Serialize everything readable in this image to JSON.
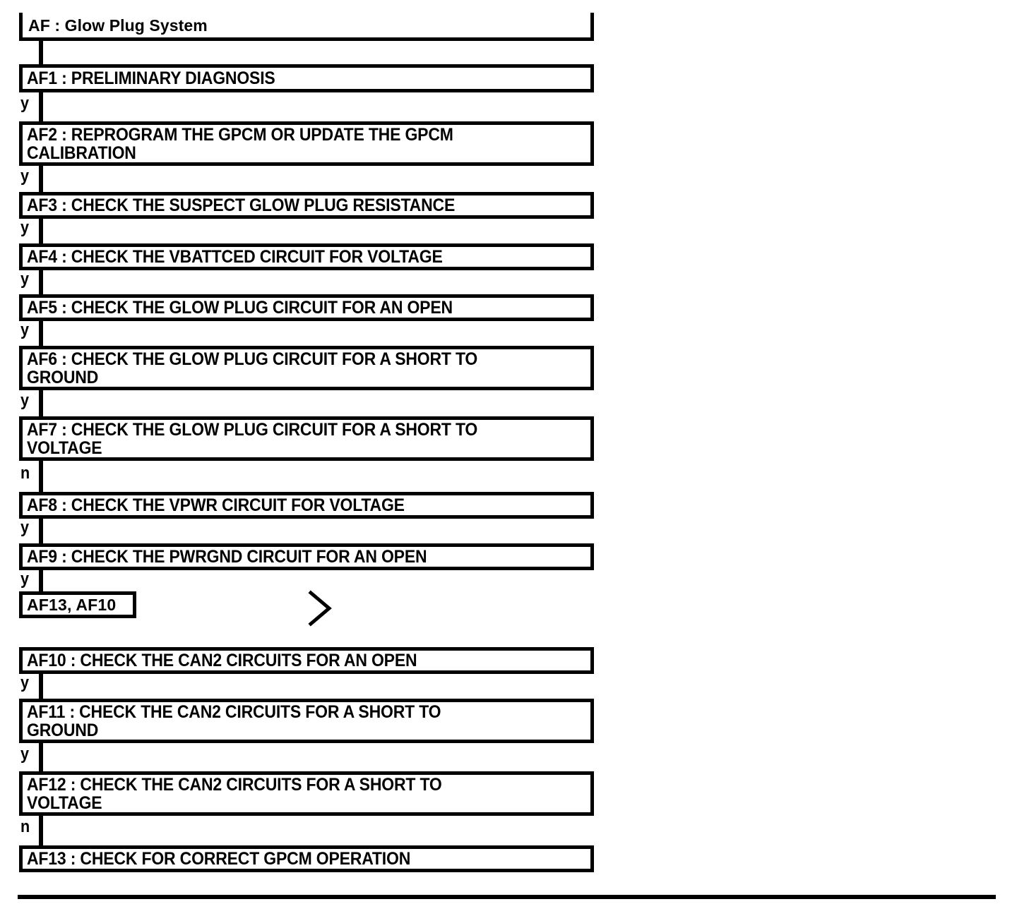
{
  "diagram": {
    "title_node": {
      "id": "AF",
      "label": "AF : Glow Plug System"
    },
    "nodes": [
      {
        "id": "AF1",
        "label": "AF1 : PRELIMINARY DIAGNOSIS"
      },
      {
        "id": "AF2",
        "label": "AF2 : REPROGRAM THE GPCM OR UPDATE THE GPCM\nCALIBRATION"
      },
      {
        "id": "AF3",
        "label": "AF3 : CHECK THE SUSPECT GLOW PLUG RESISTANCE"
      },
      {
        "id": "AF4",
        "label": "AF4 : CHECK THE VBATTCED CIRCUIT FOR VOLTAGE"
      },
      {
        "id": "AF5",
        "label": "AF5 : CHECK THE GLOW PLUG CIRCUIT FOR AN OPEN"
      },
      {
        "id": "AF6",
        "label": "AF6 : CHECK THE GLOW PLUG CIRCUIT FOR A SHORT TO\nGROUND"
      },
      {
        "id": "AF7",
        "label": "AF7 : CHECK THE GLOW PLUG CIRCUIT FOR A SHORT TO\nVOLTAGE"
      },
      {
        "id": "AF8",
        "label": "AF8 : CHECK THE VPWR CIRCUIT FOR VOLTAGE"
      },
      {
        "id": "AF9",
        "label": "AF9 : CHECK THE PWRGND CIRCUIT FOR AN OPEN"
      },
      {
        "id": "AF13_AF10_REF",
        "label": "AF13, AF10"
      },
      {
        "id": "AF10",
        "label": "AF10 : CHECK THE CAN2 CIRCUITS FOR AN OPEN"
      },
      {
        "id": "AF11",
        "label": "AF11 : CHECK THE CAN2 CIRCUITS FOR A SHORT TO\nGROUND"
      },
      {
        "id": "AF12",
        "label": "AF12 : CHECK THE CAN2 CIRCUITS FOR A SHORT TO\nVOLTAGE"
      },
      {
        "id": "AF13",
        "label": "AF13 : CHECK FOR CORRECT GPCM OPERATION"
      }
    ],
    "edges": [
      {
        "from": "AF",
        "to": "AF1",
        "label": ""
      },
      {
        "from": "AF1",
        "to": "AF2",
        "label": "y"
      },
      {
        "from": "AF2",
        "to": "AF3",
        "label": "y"
      },
      {
        "from": "AF3",
        "to": "AF4",
        "label": "y"
      },
      {
        "from": "AF4",
        "to": "AF5",
        "label": "y"
      },
      {
        "from": "AF5",
        "to": "AF6",
        "label": "y"
      },
      {
        "from": "AF6",
        "to": "AF7",
        "label": "y"
      },
      {
        "from": "AF7",
        "to": "AF8",
        "label": "n"
      },
      {
        "from": "AF8",
        "to": "AF9",
        "label": "y"
      },
      {
        "from": "AF9",
        "to": "AF13_AF10_REF",
        "label": "y"
      },
      {
        "from": "AF10",
        "to": "AF11",
        "label": "y"
      },
      {
        "from": "AF11",
        "to": "AF12",
        "label": "y"
      },
      {
        "from": "AF12",
        "to": "AF13",
        "label": "n"
      }
    ],
    "symbols": [
      {
        "name": "off-page-connector-chevron",
        "glyph": ">"
      }
    ],
    "colors": {
      "ink": "#000000",
      "paper": "#ffffff"
    }
  }
}
